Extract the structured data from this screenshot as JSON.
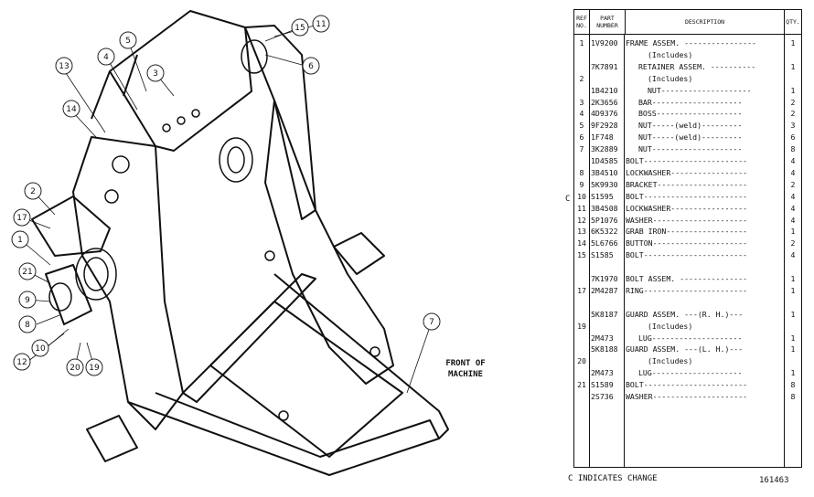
{
  "table": {
    "headers": {
      "ref": "REF\nNO.",
      "part": "PART\nNUMBER",
      "desc": "DESCRIPTION",
      "qty": "QTY."
    },
    "rows": [
      {
        "ref": "1",
        "part": "1V9200",
        "desc": "FRAME ASSEM. ----------------",
        "indent": 0,
        "qty": "1"
      },
      {
        "ref": "",
        "part": "",
        "desc": "(Includes)",
        "indent": 2,
        "qty": ""
      },
      {
        "ref": "",
        "part": "7K7891",
        "desc": "RETAINER ASSEM. ----------",
        "indent": 1,
        "qty": "1"
      },
      {
        "ref": "2",
        "part": "",
        "desc": "(Includes)",
        "indent": 2,
        "qty": ""
      },
      {
        "ref": "",
        "part": "1B4210",
        "desc": "NUT--------------------",
        "indent": 2,
        "qty": "1"
      },
      {
        "ref": "3",
        "part": "2K3656",
        "desc": "BAR--------------------",
        "indent": 1,
        "qty": "2"
      },
      {
        "ref": "4",
        "part": "4D9376",
        "desc": "BOSS-------------------",
        "indent": 1,
        "qty": "2"
      },
      {
        "ref": "5",
        "part": "9F2928",
        "desc": "NUT-----(weld)---------",
        "indent": 1,
        "qty": "3"
      },
      {
        "ref": "6",
        "part": "1F748",
        "desc": "NUT-----(weld)---------",
        "indent": 1,
        "qty": "6"
      },
      {
        "ref": "7",
        "part": "3K2889",
        "desc": "NUT--------------------",
        "indent": 1,
        "qty": "8"
      },
      {
        "ref": "",
        "part": "1D4585",
        "desc": "BOLT-----------------------",
        "indent": 0,
        "qty": "4"
      },
      {
        "ref": "8",
        "part": "3B4510",
        "desc": "LOCKWASHER-----------------",
        "indent": 0,
        "qty": "4"
      },
      {
        "ref": "9",
        "part": "5K9930",
        "desc": "BRACKET--------------------",
        "indent": 0,
        "qty": "2"
      },
      {
        "ref": "10",
        "part": "S1595",
        "desc": "BOLT-----------------------",
        "indent": 0,
        "qty": "4"
      },
      {
        "ref": "11",
        "part": "3B4508",
        "desc": "LOCKWASHER-----------------",
        "indent": 0,
        "qty": "4"
      },
      {
        "ref": "12",
        "part": "5P1076",
        "desc": "WASHER---------------------",
        "indent": 0,
        "qty": "4"
      },
      {
        "ref": "13",
        "part": "6K5322",
        "desc": "GRAB IRON------------------",
        "indent": 0,
        "qty": "1"
      },
      {
        "ref": "14",
        "part": "5L6766",
        "desc": "BUTTON---------------------",
        "indent": 0,
        "qty": "2"
      },
      {
        "ref": "15",
        "part": "S1585",
        "desc": "BOLT-----------------------",
        "indent": 0,
        "qty": "4"
      },
      {
        "ref": "",
        "part": "",
        "desc": "",
        "indent": 0,
        "qty": ""
      },
      {
        "ref": "",
        "part": "7K1970",
        "desc": "BOLT ASSEM. ---------------",
        "indent": 0,
        "qty": "1"
      },
      {
        "ref": "17",
        "part": "2M4287",
        "desc": "RING-----------------------",
        "indent": 0,
        "qty": "1"
      },
      {
        "ref": "",
        "part": "",
        "desc": "",
        "indent": 0,
        "qty": ""
      },
      {
        "ref": "",
        "part": "5K8187",
        "desc": "GUARD ASSEM. ---(R. H.)---",
        "indent": 0,
        "qty": "1"
      },
      {
        "ref": "19",
        "part": "",
        "desc": "(Includes)",
        "indent": 2,
        "qty": ""
      },
      {
        "ref": "",
        "part": "2M473",
        "desc": "LUG--------------------",
        "indent": 1,
        "qty": "1"
      },
      {
        "ref": "",
        "part": "5K8188",
        "desc": "GUARD ASSEM. ---(L. H.)---",
        "indent": 0,
        "qty": "1"
      },
      {
        "ref": "20",
        "part": "",
        "desc": "(Includes)",
        "indent": 2,
        "qty": ""
      },
      {
        "ref": "",
        "part": "2M473",
        "desc": "LUG--------------------",
        "indent": 1,
        "qty": "1"
      },
      {
        "ref": "21",
        "part": "S1589",
        "desc": "BOLT-----------------------",
        "indent": 0,
        "qty": "8"
      },
      {
        "ref": "",
        "part": "2S736",
        "desc": "WASHER---------------------",
        "indent": 0,
        "qty": "8"
      }
    ]
  },
  "change_marker": "C",
  "footer": {
    "note": "C INDICATES CHANGE",
    "code": "161463"
  },
  "drawing": {
    "front_label": "FRONT OF MACHINE",
    "callouts": [
      "1",
      "2",
      "3",
      "4",
      "5",
      "6",
      "7",
      "8",
      "9",
      "10",
      "11",
      "12",
      "13",
      "14",
      "15",
      "17",
      "19",
      "20",
      "21"
    ]
  }
}
